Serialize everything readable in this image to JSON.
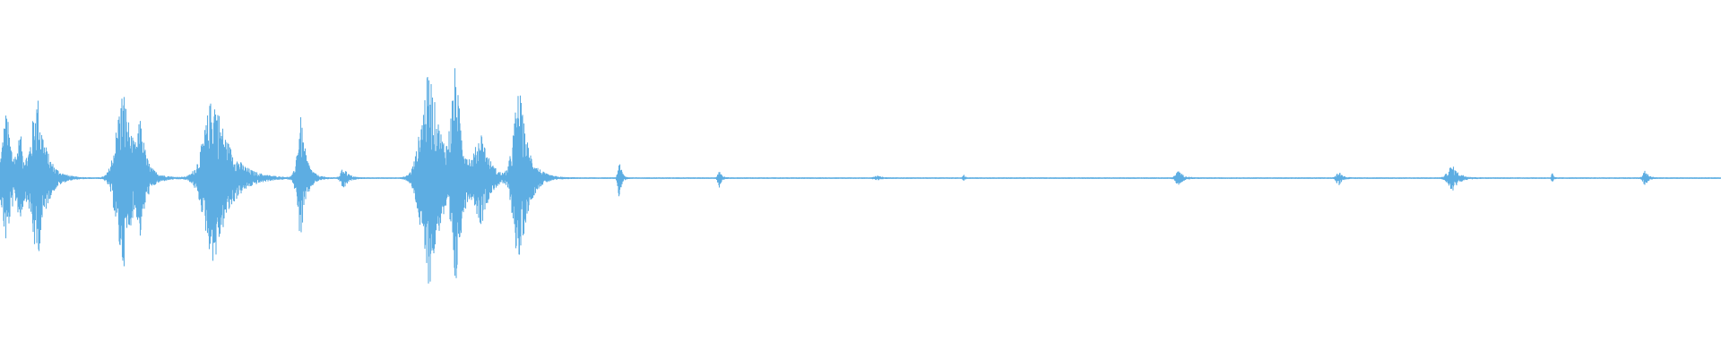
{
  "waveform": {
    "color": "#5dade2",
    "background": "#ffffff",
    "baseline_amplitude": 0.004,
    "bursts": [
      {
        "center": 0.004,
        "width": 0.006,
        "amplitude": 0.38
      },
      {
        "center": 0.012,
        "width": 0.004,
        "amplitude": 0.2
      },
      {
        "center": 0.022,
        "width": 0.008,
        "amplitude": 0.46
      },
      {
        "center": 0.072,
        "width": 0.01,
        "amplitude": 0.5
      },
      {
        "center": 0.082,
        "width": 0.004,
        "amplitude": 0.24
      },
      {
        "center": 0.125,
        "width": 0.014,
        "amplitude": 0.48
      },
      {
        "center": 0.175,
        "width": 0.005,
        "amplitude": 0.34
      },
      {
        "center": 0.2,
        "width": 0.004,
        "amplitude": 0.06
      },
      {
        "center": 0.25,
        "width": 0.012,
        "amplitude": 0.6
      },
      {
        "center": 0.265,
        "width": 0.006,
        "amplitude": 0.55
      },
      {
        "center": 0.28,
        "width": 0.008,
        "amplitude": 0.24
      },
      {
        "center": 0.302,
        "width": 0.008,
        "amplitude": 0.5
      },
      {
        "center": 0.36,
        "width": 0.002,
        "amplitude": 0.11
      },
      {
        "center": 0.418,
        "width": 0.002,
        "amplitude": 0.05
      },
      {
        "center": 0.51,
        "width": 0.004,
        "amplitude": 0.01
      },
      {
        "center": 0.56,
        "width": 0.001,
        "amplitude": 0.03
      },
      {
        "center": 0.685,
        "width": 0.004,
        "amplitude": 0.04
      },
      {
        "center": 0.778,
        "width": 0.003,
        "amplitude": 0.04
      },
      {
        "center": 0.844,
        "width": 0.006,
        "amplitude": 0.07
      },
      {
        "center": 0.902,
        "width": 0.001,
        "amplitude": 0.03
      },
      {
        "center": 0.956,
        "width": 0.003,
        "amplitude": 0.04
      }
    ]
  }
}
